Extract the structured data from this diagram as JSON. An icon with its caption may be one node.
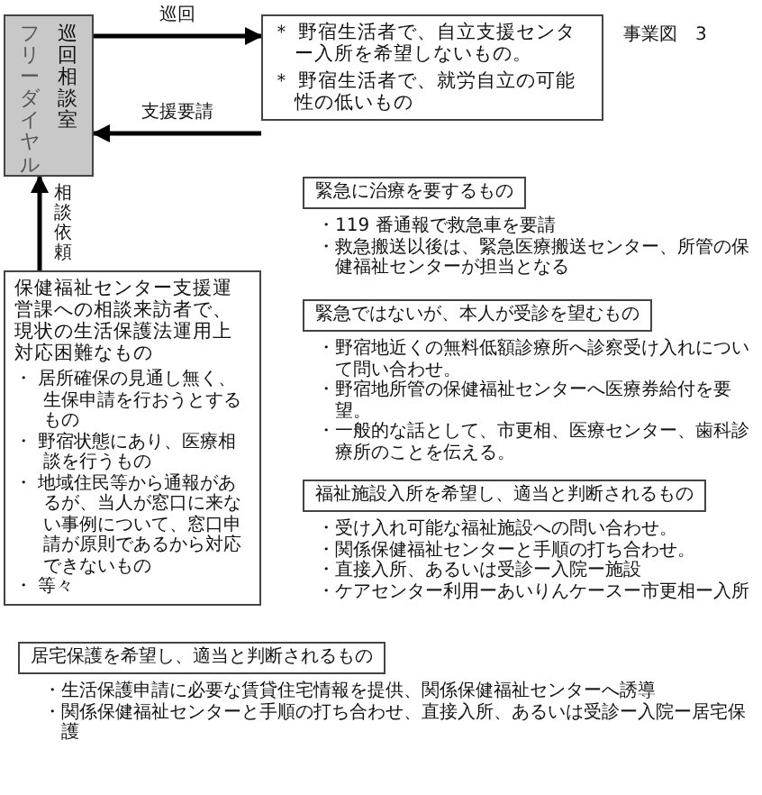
{
  "diagram": {
    "nodes": [
      {
        "text": [
          "フリーダイヤル",
          "巡回相談室"
        ]
      },
      {
        "text": [
          "＊ 野宿生活者で、自立支援センター入所を希望しないもの。",
          "＊ 野宿生活者で、就労自立の可能性の低いもの"
        ]
      },
      {
        "text": [
          "保健福祉センター支援運営課への相談来訪者で、現状の生活保護法運用上対応困難なもの",
          "・ 居所確保の見通し無く、生保申請を行おうとするもの",
          "・ 野宿状態にあり、医療相談を行うもの",
          "・ 地域住民等から通報があるが、当人が窓口に来ない事例について、窓口申請が原則であるから対応できないもの",
          "・ 等々"
        ]
      },
      {
        "text": [
          "緊急に治療を要するもの"
        ],
        "beside": [
          "・119 番通報で救急車を要請",
          "・救急搬送以後は、緊急医療搬送センター、所管の保健福祉センターが担当となる"
        ]
      },
      {
        "text": [
          "緊急ではないが、本人が受診を望むもの"
        ],
        "beside": [
          "・野宿地近くの無料低額診療所へ診察受け入れについて問い合わせ。",
          "・野宿地所管の保健福祉センターへ医療券給付を要望。",
          "・一般的な話として、市更相、医療センター、歯科診療所のことを伝える。"
        ]
      },
      {
        "text": [
          "福祉施設入所を希望し、適当と判断されるもの"
        ],
        "beside": [
          "・受け入れ可能な福祉施設への問い合わせ。",
          "・関係保健福祉センターと手順の打ち合わせ。",
          "・直接入所、あるいは受診ー入院ー施設",
          "・ケアセンター利用ーあいりんケースー市更相ー入所"
        ]
      },
      {
        "text": [
          "居宅保護を希望し、適当と判断されるもの"
        ],
        "beside": [
          "・生活保護申請に必要な賃貸住宅情報を提供、関係保健福祉センターへ誘導",
          "・関係保健福祉センターと手順の打ち合わせ、直接入所、あるいは受診ー入院ー居宅保護"
        ]
      }
    ],
    "edges": [
      {
        "from": 0,
        "to": 1,
        "arrow": "to",
        "label": "巡回"
      },
      {
        "from": 1,
        "to": 0,
        "arrow": "to",
        "label": "支援要請"
      },
      {
        "from": 2,
        "to": 0,
        "arrow": "to",
        "label": "相談依頼"
      }
    ],
    "labels": [
      "事業図　3"
    ]
  }
}
